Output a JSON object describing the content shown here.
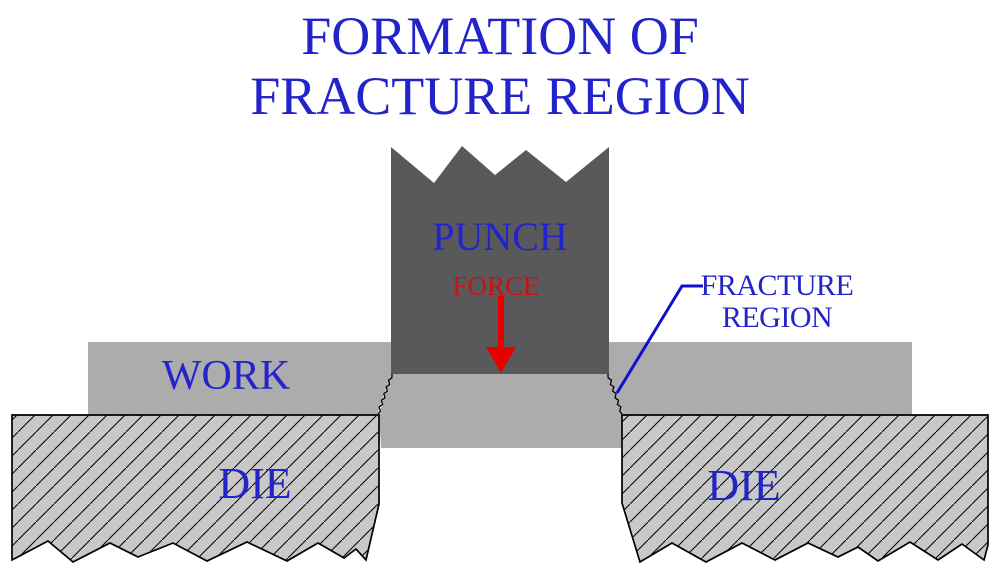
{
  "title": {
    "line1": "FORMATION OF",
    "line2": "FRACTURE REGION"
  },
  "labels": {
    "punch": "PUNCH",
    "force": "FORCE",
    "work": "WORK",
    "die_left": "DIE",
    "die_right": "DIE",
    "fracture_line1": "FRACTURE",
    "fracture_line2": "REGION"
  },
  "colors": {
    "background": "#ffffff",
    "text_blue": "#2323cb",
    "leader_blue": "#1111cc",
    "force_red": "#cc1111",
    "arrow_red": "#e80000",
    "punch_gray": "#59595b",
    "work_gray": "#acacac",
    "die_gray": "#c8c8c8",
    "outline_black": "#000000"
  }
}
